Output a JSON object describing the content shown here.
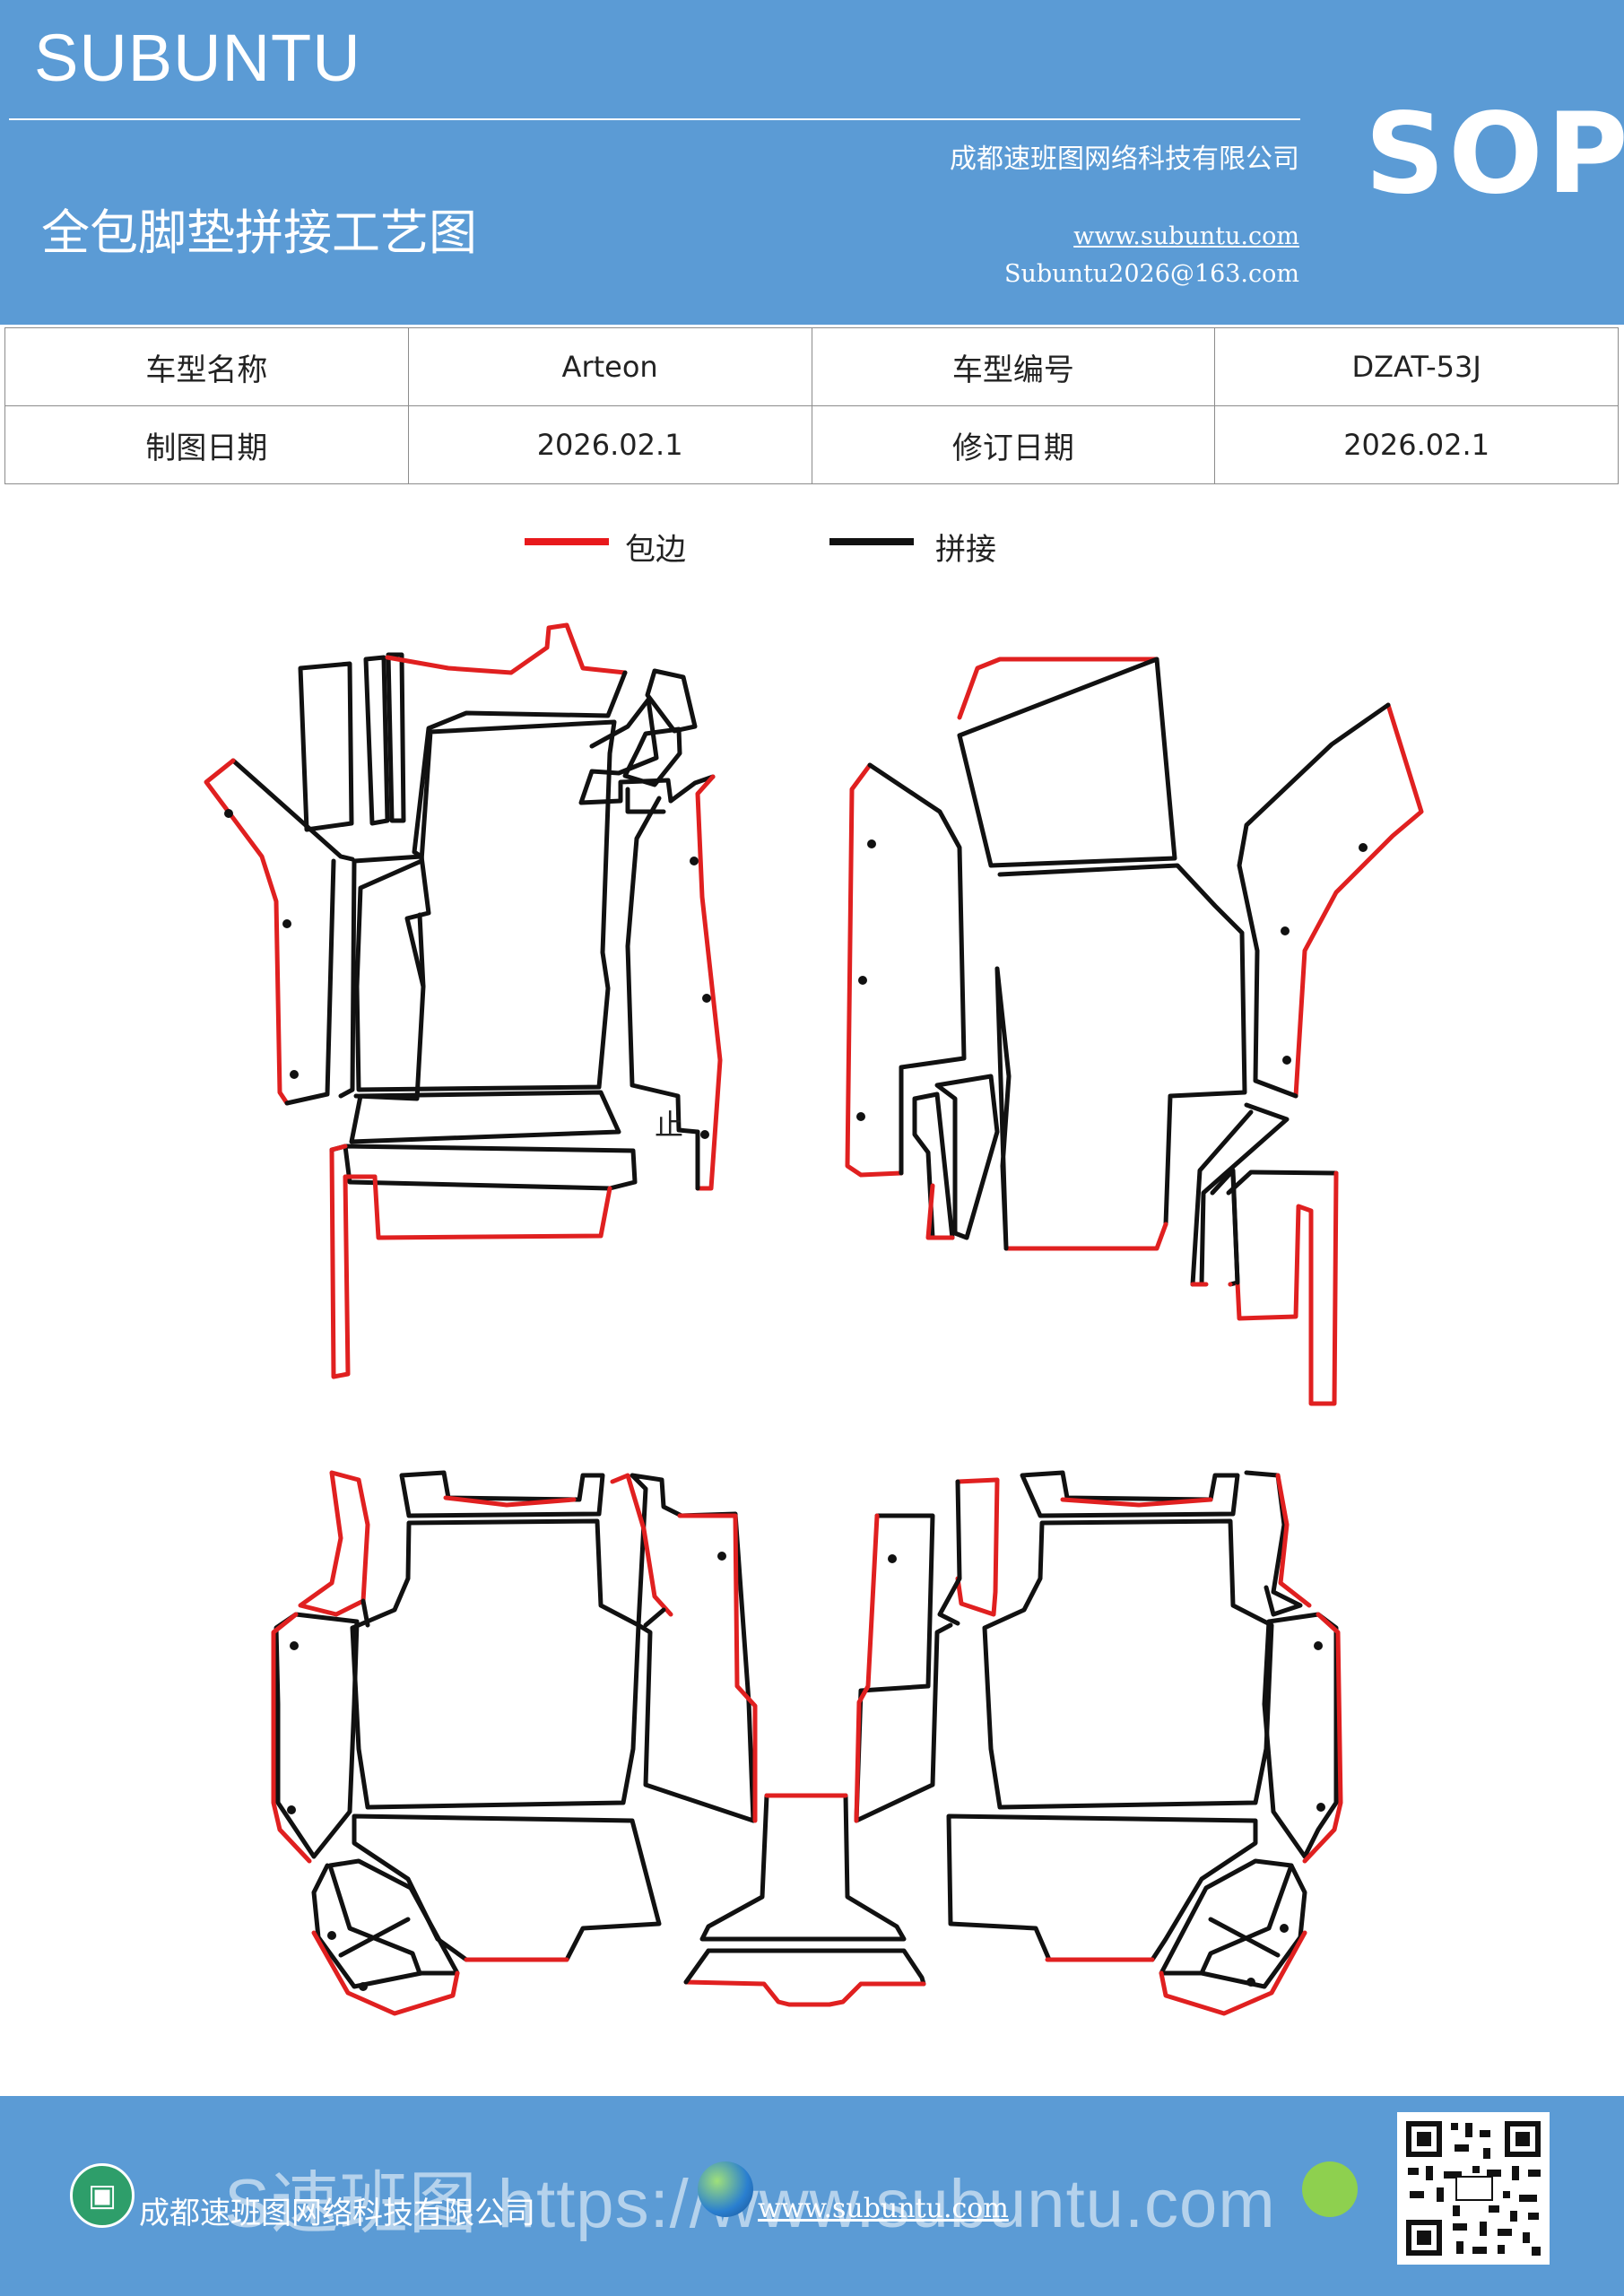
{
  "header": {
    "brand": "SUBUNTU",
    "company": "成都速班图网络科技有限公司",
    "title": "全包脚垫拼接工艺图",
    "website": "www.subuntu.com",
    "email": "Subuntu2026@163.com",
    "badge": "SOP"
  },
  "info_table": {
    "rows": [
      {
        "label1": "车型名称",
        "value1": "Arteon",
        "label2": "车型编号",
        "value2": "DZAT-53J"
      },
      {
        "label1": "制图日期",
        "value1": "2026.02.1",
        "label2": "修订日期",
        "value2": "2026.02.1"
      }
    ]
  },
  "legend": {
    "items": [
      {
        "label": "包边",
        "color": "#e8191c"
      },
      {
        "label": "拼接",
        "color": "#111111"
      }
    ]
  },
  "diagram": {
    "stop_mark": "止",
    "edge_color": "#e02020",
    "seam_color": "#111111"
  },
  "footer": {
    "company": "成都速班图网络科技有限公司",
    "watermark": "S速班图 https://www.subuntu.com",
    "website": "www.subuntu.com"
  }
}
